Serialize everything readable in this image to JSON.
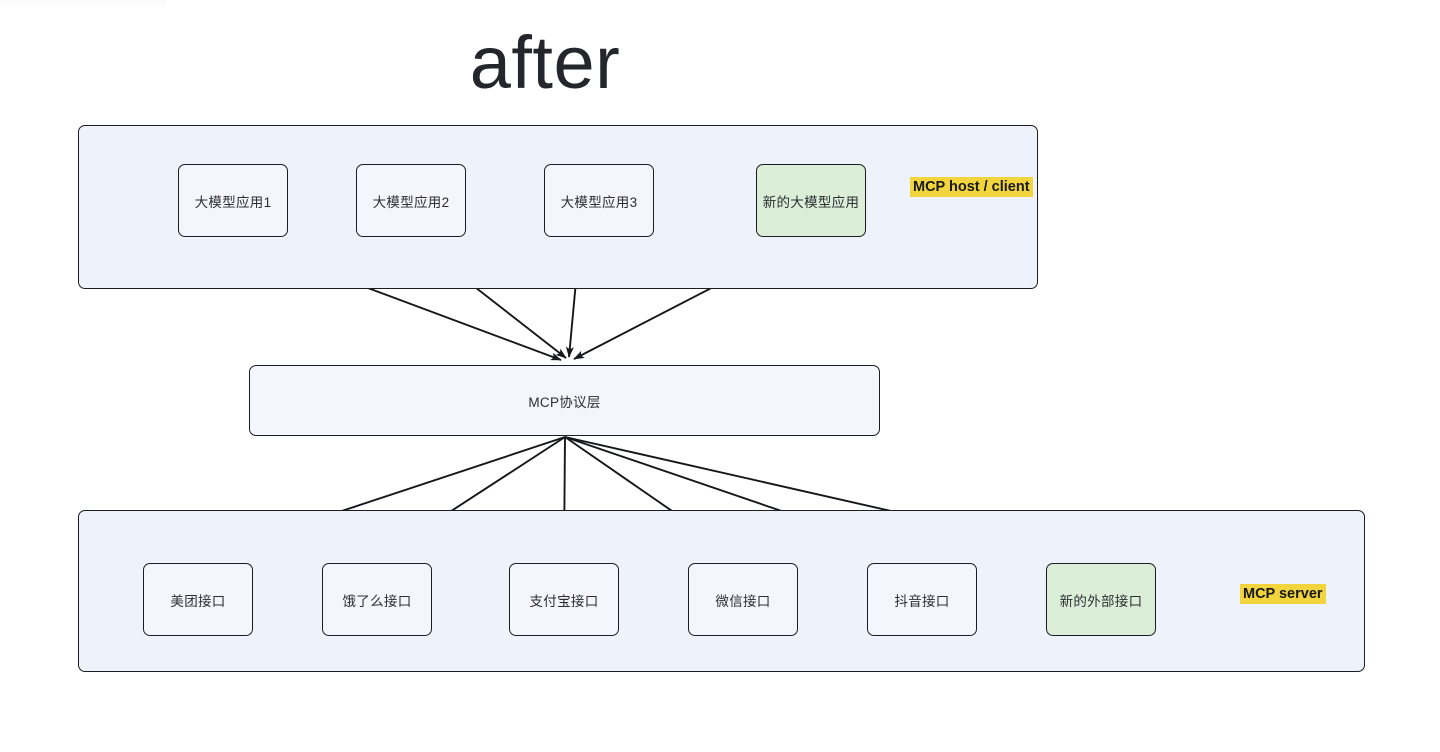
{
  "page": {
    "title": "after",
    "background": "#ffffff"
  },
  "colors": {
    "group_fill": "#eef3fb",
    "node_fill": "#f3f6fd",
    "node_fill_new": "#dbeed7",
    "stroke": "#1b1d21",
    "highlight": "#f2d53c",
    "text": "#2b2d33"
  },
  "top_group": {
    "label": "MCP host / client",
    "nodes": [
      {
        "label": "大模型应用1",
        "variant": "default"
      },
      {
        "label": "大模型应用2",
        "variant": "default"
      },
      {
        "label": "大模型应用3",
        "variant": "default"
      },
      {
        "label": "新的大模型应用",
        "variant": "new"
      }
    ]
  },
  "middle": {
    "label": "MCP协议层"
  },
  "bottom_group": {
    "label": "MCP server",
    "nodes": [
      {
        "label": "美团接口",
        "variant": "default"
      },
      {
        "label": "饿了么接口",
        "variant": "default"
      },
      {
        "label": "支付宝接口",
        "variant": "default"
      },
      {
        "label": "微信接口",
        "variant": "default"
      },
      {
        "label": "抖音接口",
        "variant": "default"
      },
      {
        "label": "新的外部接口",
        "variant": "new"
      }
    ]
  },
  "edges": {
    "clients_to_protocol": [
      {
        "from": "大模型应用1",
        "to": "MCP协议层"
      },
      {
        "from": "大模型应用2",
        "to": "MCP协议层"
      },
      {
        "from": "大模型应用3",
        "to": "MCP协议层"
      },
      {
        "from": "新的大模型应用",
        "to": "MCP协议层"
      }
    ],
    "protocol_to_servers": [
      {
        "from": "MCP协议层",
        "to": "美团接口"
      },
      {
        "from": "MCP协议层",
        "to": "饿了么接口"
      },
      {
        "from": "MCP协议层",
        "to": "支付宝接口"
      },
      {
        "from": "MCP协议层",
        "to": "微信接口"
      },
      {
        "from": "MCP协议层",
        "to": "抖音接口"
      },
      {
        "from": "MCP协议层",
        "to": "新的外部接口"
      }
    ]
  }
}
